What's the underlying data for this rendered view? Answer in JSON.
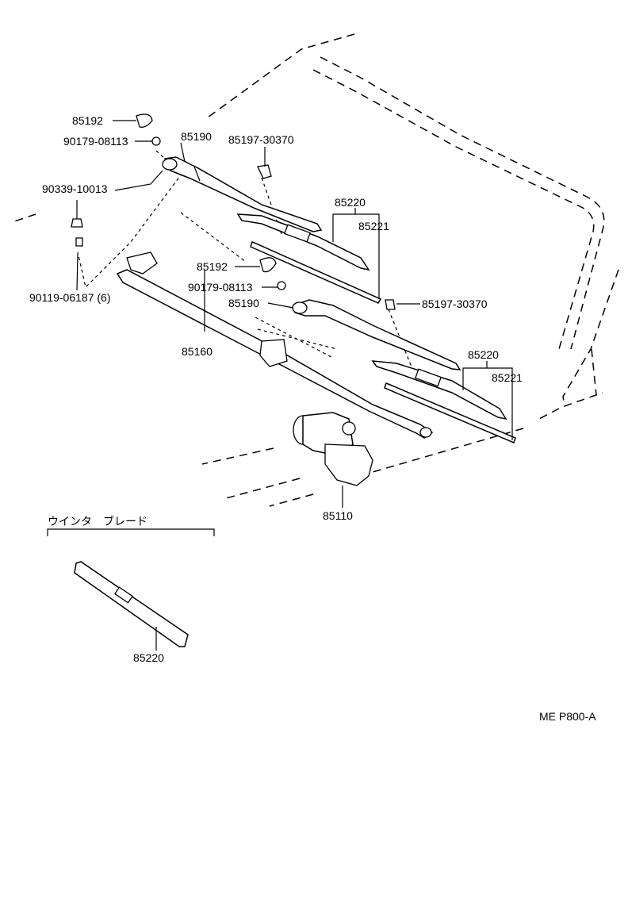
{
  "labels": {
    "cap_85192_top": "85192",
    "nut_90179_top": "90179-08113",
    "arm_85190_top": "85190",
    "clip_85197_top": "85197-30370",
    "bolt_90339": "90339-10013",
    "blade_85220_top": "85220",
    "refill_85221_top": "85221",
    "cap_85192_mid": "85192",
    "nut_90179_mid": "90179-08113",
    "arm_85190_mid": "85190",
    "clip_85197_mid": "85197-30370",
    "bolt_90119": "90119-06187 (6)",
    "link_85160": "85160",
    "blade_85220_low": "85220",
    "refill_85221_low": "85221",
    "motor_85110": "85110",
    "winter_blade_title": "ウインタ　ブレード",
    "winter_blade_85220": "85220",
    "diagram_code": "ME  P800-A"
  }
}
